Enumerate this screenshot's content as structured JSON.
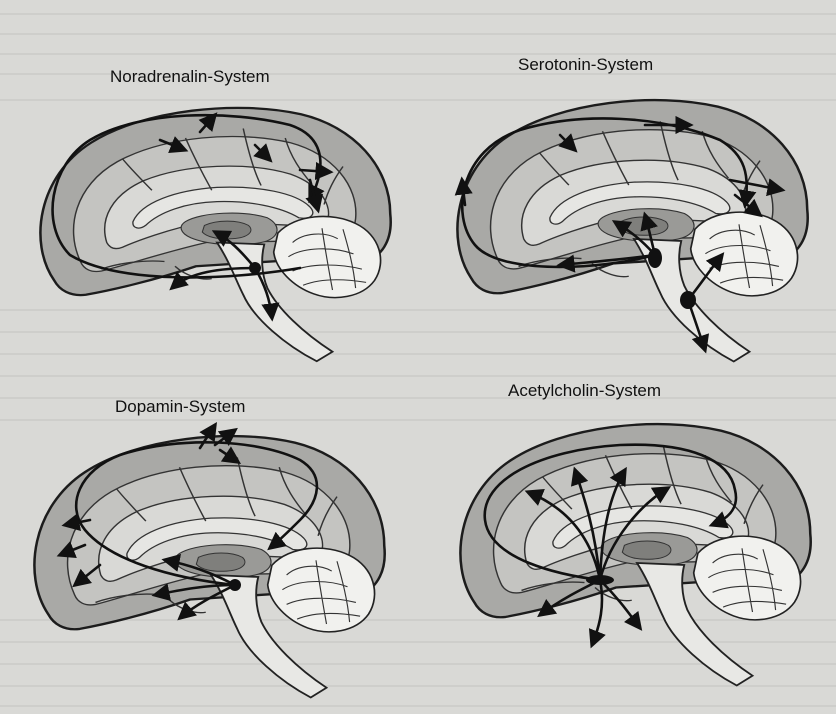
{
  "panels": [
    {
      "label": "Noradrenalin-System"
    },
    {
      "label": "Serotonin-System"
    },
    {
      "label": "Dopamin-System"
    },
    {
      "label": "Acetylcholin-System"
    }
  ],
  "colors": {
    "page": "#d9d9d6",
    "cortex_outer": "#a9a9a6",
    "cortex_band": "#c4c4c1",
    "pathway": "#111111"
  },
  "icons": [
    "arrow-head-icon"
  ]
}
